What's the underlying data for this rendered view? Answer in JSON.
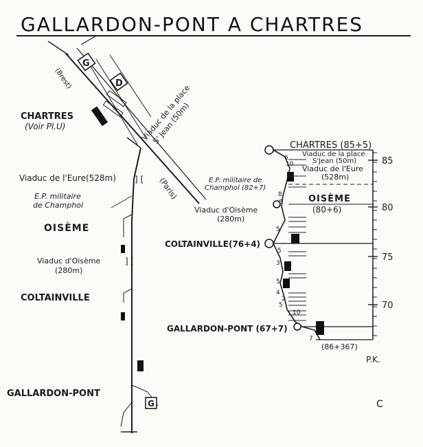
{
  "title": "GALLARDON-PONT A CHARTRES",
  "left_map": {
    "brest": "(Brest)",
    "paris": "(Paris)",
    "g_label": "G",
    "d_label": "D",
    "chartres": "CHARTRES",
    "chartres_sub": "(Voir Pl.U)",
    "viaduc_place": "Viaduc de la place",
    "viaduc_place2": "S' Jean (50m)",
    "viaduc_eure": "Viaduc de l'Eure(528m)",
    "ep_militaire": "E.P. militaire",
    "ep_champhol": "de Champhol",
    "oiseme": "OISÈME",
    "viaduc_oiseme": "Viaduc d'Oisème",
    "viaduc_oiseme_len": "(280m)",
    "coltainville": "COLTAINVILLE",
    "gallardon": "GALLARDON-PONT",
    "g_bottom": "G"
  },
  "profile": {
    "chartres": "CHARTRES (85+5)",
    "viaduc_place": "Viaduc de la place",
    "viaduc_place2": "S'Jean (50m)",
    "viaduc_eure": "Viaduc de l'Eure",
    "viaduc_eure_len": "(528m)",
    "ep_militaire": "E.P. militaire de",
    "ep_champhol": "Champhol (82+7)",
    "oiseme": "OISÈME",
    "oiseme_pk": "(80+6)",
    "viaduc_oiseme": "Viaduc d'Oisème",
    "viaduc_oiseme_len": "(280m)",
    "coltainville": "COLTAINVILLE(76+4)",
    "gallardon": "GALLARDON-PONT (67+7)",
    "origin": "(86+367)",
    "pk_label": "P.K.",
    "scale_ticks": [
      "85",
      "80",
      "75",
      "70"
    ],
    "gradients": [
      "6",
      "10",
      "8",
      "8",
      "5",
      "5",
      "3",
      "5",
      "4",
      "2",
      "5",
      "10",
      "7"
    ]
  },
  "page_mark": "C"
}
